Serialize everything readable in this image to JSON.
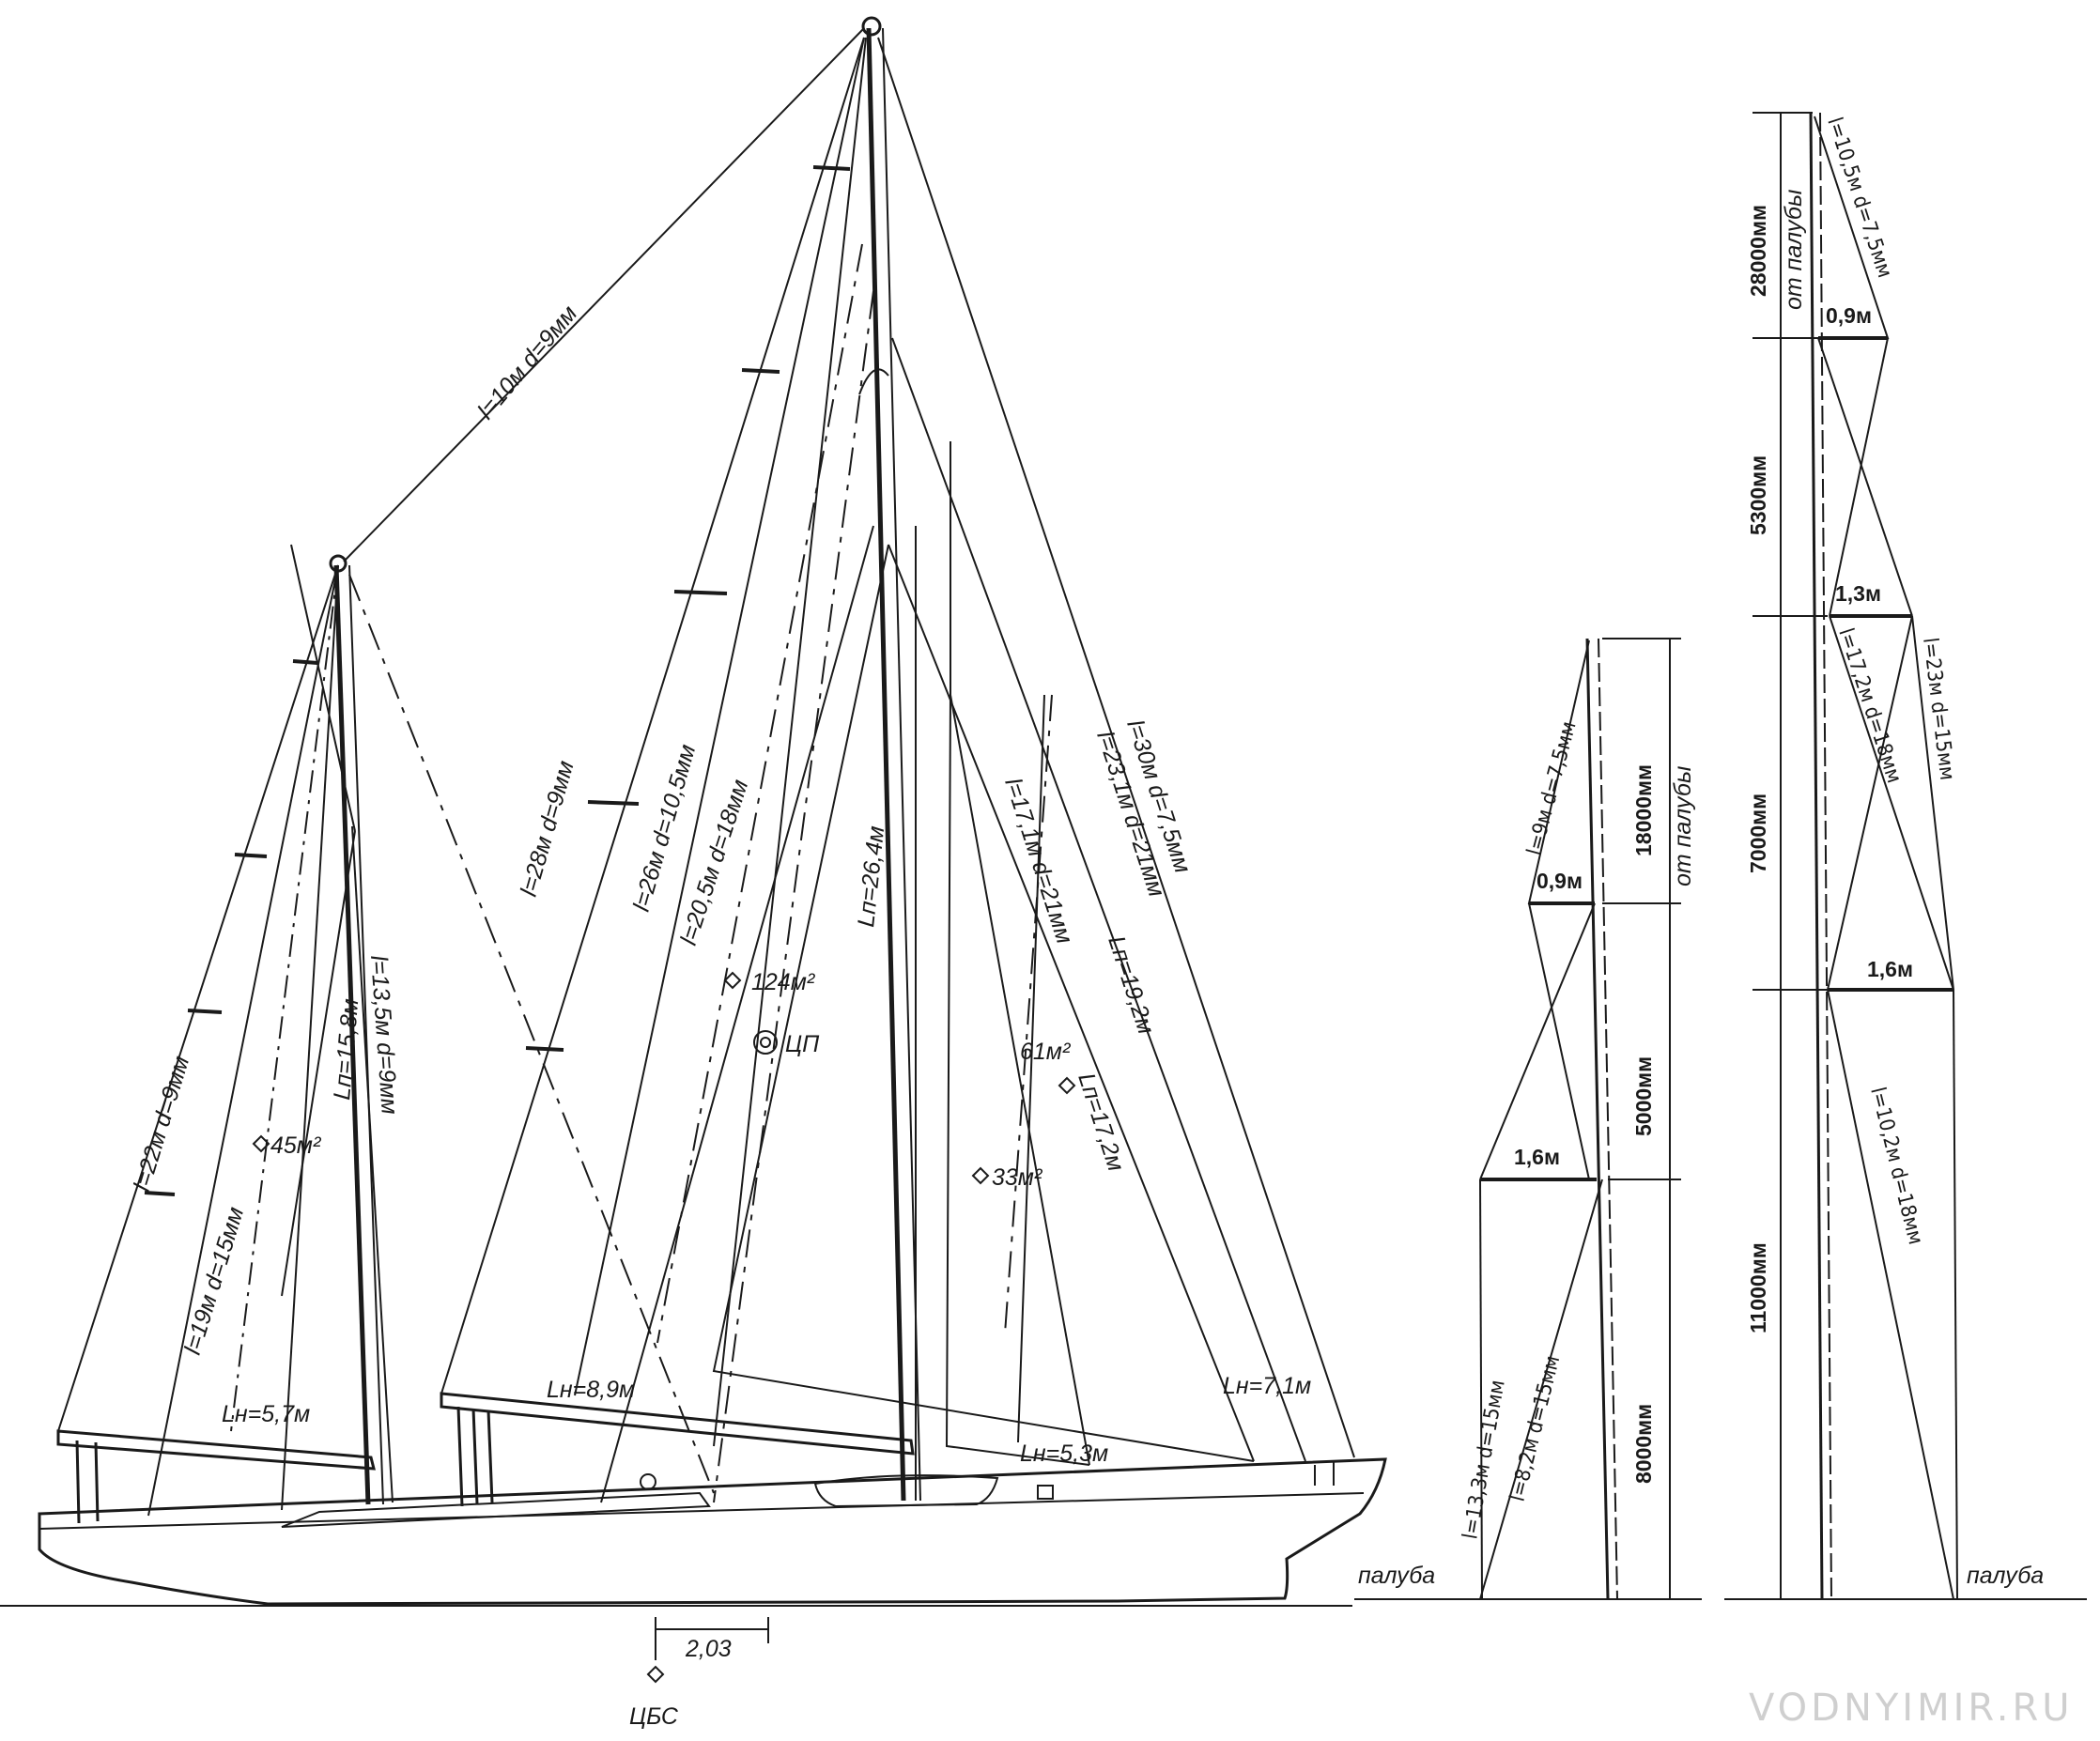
{
  "watermark": "VODNYIMIR.RU",
  "rigging_labels": {
    "triatic": "l=10м  d=9мм",
    "mizzen_backstay": "l=22м  d=9мм",
    "mizzen_stay": "l=19м  d=15мм",
    "mizzen_shroud": "l=13,5м  d=9мм",
    "main_stay1": "l=28м  d=9мм",
    "main_stay2": "l=26м  d=10,5мм",
    "main_stay3": "l=20,5м  d=18мм",
    "fore_stay1": "l=17,1м  d=21мм",
    "fore_stay2": "l=23,1м  d=21мм",
    "fore_stay3": "l=30м  d=7,5мм"
  },
  "sail_labels": {
    "mizzen_luff": "Lп=15,8м",
    "mizzen_area": "45м²",
    "mizzen_foot": "Lн=5,7м",
    "main_luff": "Lп=26,4м",
    "main_area": "124м²",
    "main_foot": "Lн=8,9м",
    "cp": "ЦП",
    "genoa_luff": "Lп=19,2м",
    "genoa_area": "61м²",
    "genoa_foot": "Lн=7,1м",
    "jib_luff": "Lп=17,2м",
    "jib_area": "33м²",
    "jib_foot": "Lн=5,3м"
  },
  "hull_labels": {
    "offset": "2,03",
    "clr": "ЦБС"
  },
  "mizzen_mast_diagram": {
    "spread_upper": "0,9м",
    "spread_lower": "1,6м",
    "stay_upper": "l=9м  d=7,5мм",
    "stay_lower": "l=8,2м  d=15мм",
    "stay_outer": "l=13,3м  d=15мм",
    "dim_total": "18000мм",
    "dim_total_note": "от палубы",
    "dim_mid": "5000мм",
    "dim_low": "8000мм",
    "deck": "палуба"
  },
  "main_mast_diagram": {
    "spread_1": "0,9м",
    "spread_2": "1,3м",
    "spread_3": "1,6м",
    "stay_top": "l=10,5м  d=7,5мм",
    "stay_mid": "l=17,2м  d=18мм",
    "stay_outer": "l=23м  d=15мм",
    "stay_low": "l=10,2м  d=18мм",
    "dim_total": "28000мм",
    "dim_total_note": "от палубы",
    "dim_2": "5300мм",
    "dim_3": "7000мм",
    "dim_4": "11000мм",
    "deck": "палуба"
  }
}
